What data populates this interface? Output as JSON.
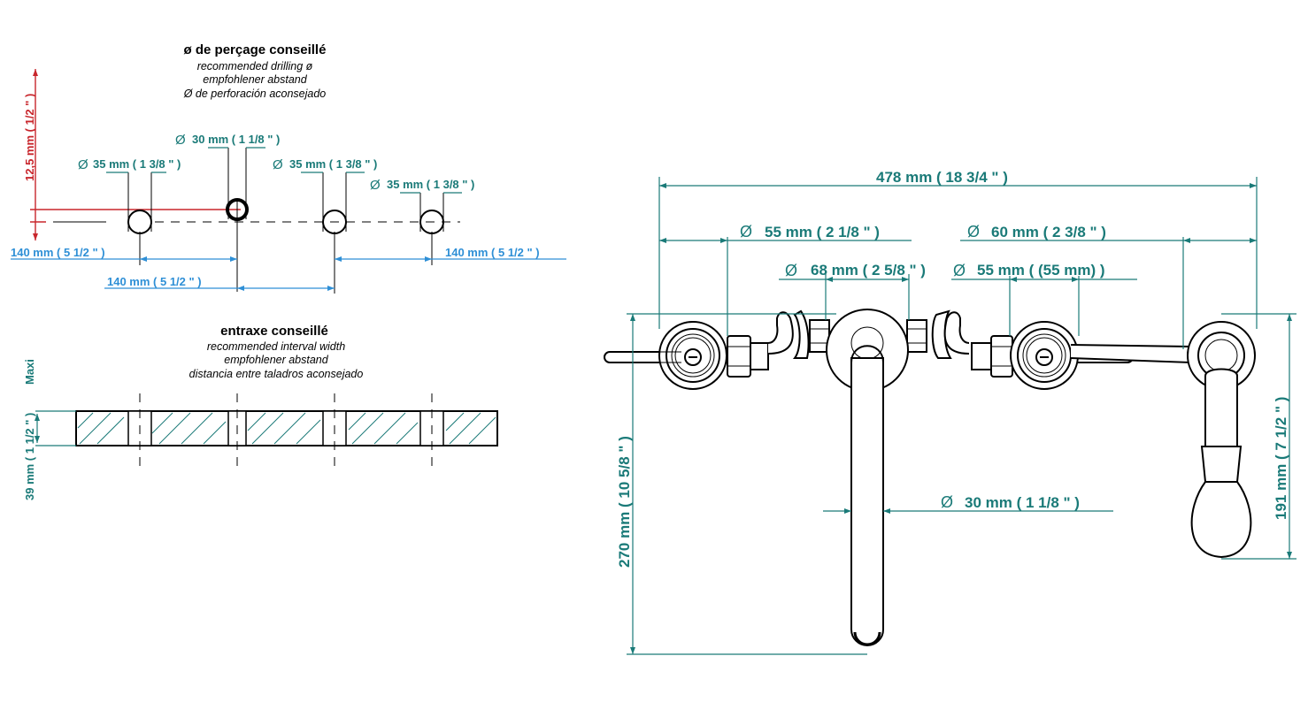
{
  "drilling": {
    "title": "ø de perçage conseillé",
    "subtitles": [
      "recommended drilling ø",
      "empfohlener abstand",
      "Ø de perforación aconsejado"
    ],
    "dia_30": "30 mm ( 1 1/8 \" )",
    "dia_35a": "35 mm ( 1 3/8 \" )",
    "dia_35b": "35 mm ( 1 3/8 \" )",
    "dia_35c": "35 mm ( 1 3/8 \" )",
    "offset_red": "12,5 mm ( 1/2 \" )",
    "spacing_left": "140 mm ( 5 1/2 \" )",
    "spacing_right": "140 mm ( 5 1/2 \" )",
    "spacing_mid": "140 mm ( 5 1/2 \" )"
  },
  "interval": {
    "title": "entraxe conseillé",
    "subtitles": [
      "recommended interval width",
      "empfohlener abstand",
      "distancia entre taladros aconsejado"
    ],
    "maxi": "Maxi",
    "height": "39 mm ( 1 1/2 \" )"
  },
  "faucet": {
    "total_width": "478 mm ( 18 3/4 \" )",
    "dia_55_left": "55 mm ( 2 1/8 \" )",
    "dia_60_right": "60 mm ( 2 3/8 \" )",
    "dia_68": "68 mm ( 2 5/8 \" )",
    "dia_55_mid": "55 mm ( (55 mm) )",
    "dia_30_spout": "30 mm ( 1 1/8 \" )",
    "height_270": "270 mm ( 10 5/8 \" )",
    "height_191": "191 mm ( 7 1/2 \" )"
  },
  "symbols": {
    "diameter": "Ø",
    "colors": {
      "teal": "#1a7a78",
      "blue": "#2e8fd6",
      "red": "#c8262c"
    }
  }
}
